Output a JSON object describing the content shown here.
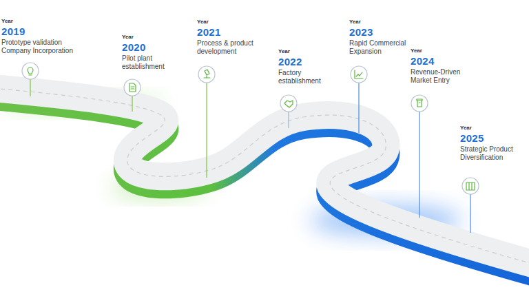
{
  "diagram": {
    "labels": [
      "Year",
      "2019",
      "Prototype validation Company Incorporation",
      "Year",
      "2020",
      "Pilot plant establishment",
      "Year",
      "2021",
      "Process & product development",
      "Year",
      "2022",
      "Factory establishment",
      "Year",
      "2023",
      "Rapid Commercial Expansion",
      "Year",
      "2024",
      "Revenue-Driven Market Entry",
      "Year",
      "2025",
      "Strategic Product Diversification"
    ]
  }
}
